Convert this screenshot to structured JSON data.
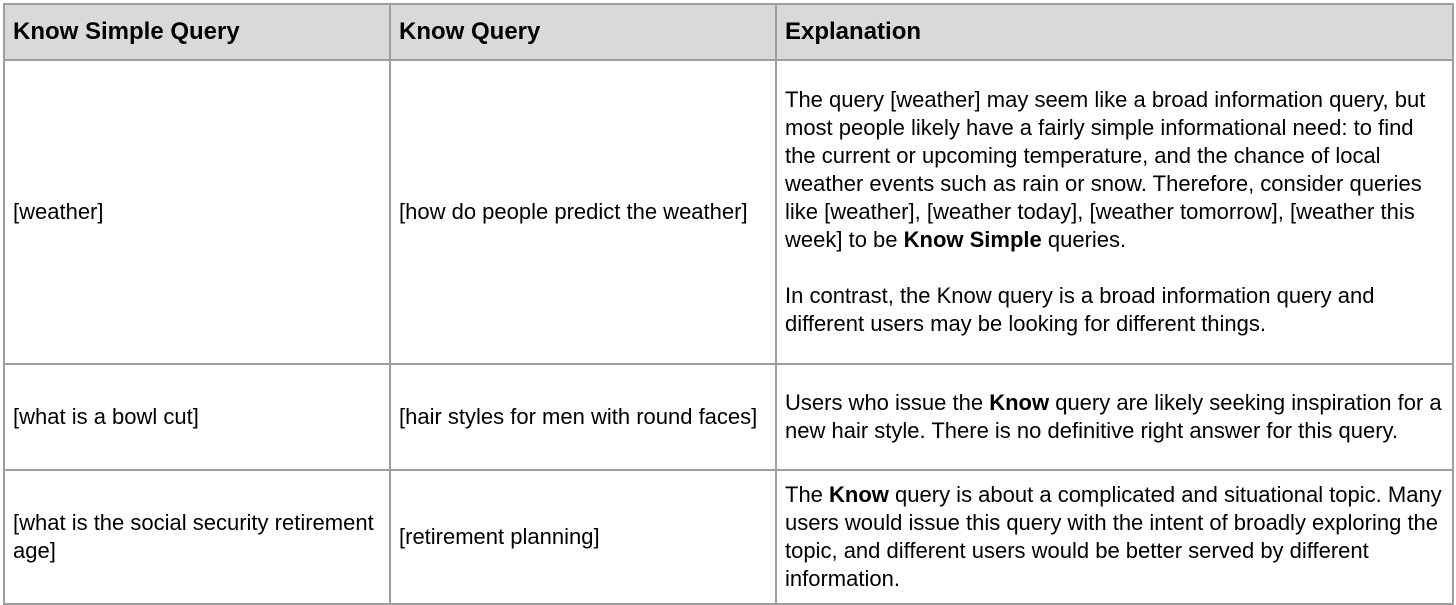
{
  "headers": [
    "Know Simple Query",
    "Know Query",
    "Explanation"
  ],
  "rows": [
    {
      "simple": "[weather]",
      "know": "[how do people predict the weather]",
      "explanation": {
        "p1_a": "The query [weather] may seem like a broad information query, but most people likely have a fairly simple informational need: to find the current or upcoming temperature, and the chance of local weather events such as rain or snow.  Therefore, consider queries like [weather], [weather today], [weather tomorrow], [weather this week] to be ",
        "p1_b": "Know Simple",
        "p1_c": " queries.",
        "p2": "In contrast, the Know query is a broad information query and different users may be looking for different things."
      }
    },
    {
      "simple": "[what is a bowl cut]",
      "know": "[hair styles for men with round faces]",
      "explanation": {
        "a": "Users who issue the ",
        "b": "Know",
        "c": " query are likely seeking inspiration for a new hair style.  There is no definitive right answer for this query."
      }
    },
    {
      "simple": "[what is the social security retirement age]",
      "know": "[retirement planning]",
      "explanation": {
        "a": "The ",
        "b": "Know",
        "c": " query is about a complicated and situational topic. Many users would issue this query with the intent of broadly exploring the topic, and different users would be better served by different information."
      }
    }
  ]
}
